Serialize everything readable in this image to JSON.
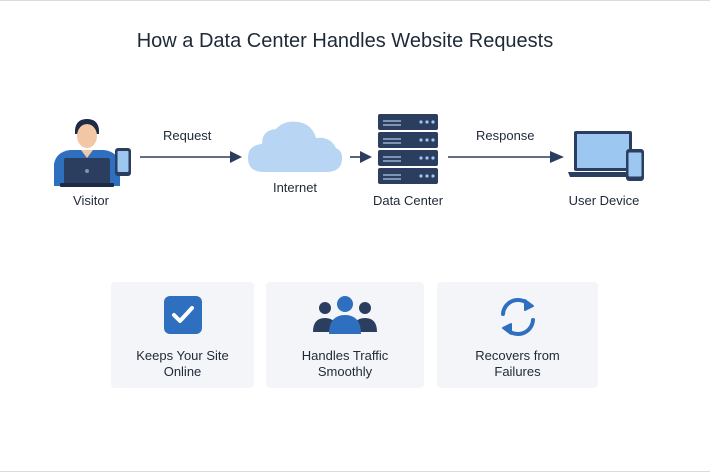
{
  "title": "How a Data Center Handles Website Requests",
  "flow": {
    "visitor_label": "Visitor",
    "request_label": "Request",
    "internet_label": "Internet",
    "data_center_label": "Data Center",
    "response_label": "Response",
    "user_device_label": "User Device"
  },
  "icons": {
    "visitor": "person-with-laptop-and-phone-icon",
    "internet": "cloud-icon",
    "data_center": "server-rack-icon",
    "user_device": "laptop-and-phone-icon",
    "card_1": "checkmark-badge-icon",
    "card_2": "group-of-people-icon",
    "card_3": "refresh-cycle-icon"
  },
  "cards": [
    {
      "line1": "Keeps Your Site",
      "line2": "Online"
    },
    {
      "line1": "Handles Traffic",
      "line2": "Smoothly"
    },
    {
      "line1": "Recovers from",
      "line2": "Failures"
    }
  ],
  "colors": {
    "primary_blue": "#2f6fbf",
    "navy": "#2c3e5f",
    "cloud": "#b8d6f3",
    "card_bg": "#f4f5f8",
    "text": "#1f2937"
  }
}
